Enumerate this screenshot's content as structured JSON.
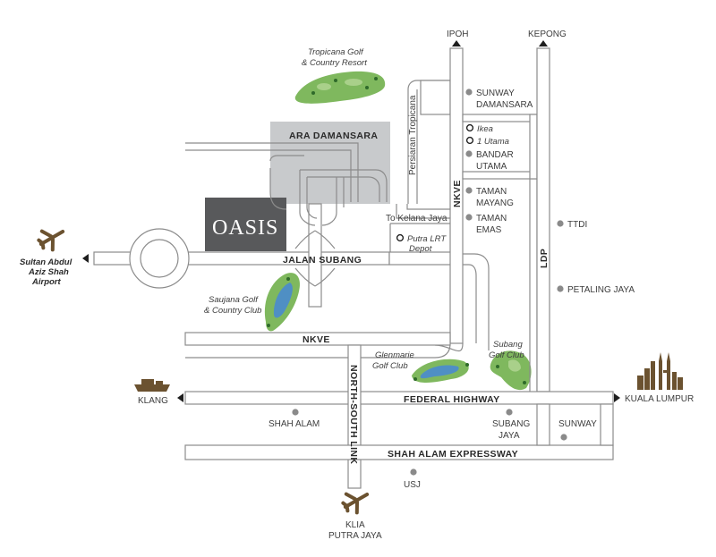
{
  "roads": {
    "jalan_subang": "JALAN SUBANG",
    "nkve_west": "NKVE",
    "nkve_vertical": "NKVE",
    "north_south_link": "NORTH-SOUTH LINK",
    "federal_highway": "FEDERAL HIGHWAY",
    "shah_alam_expressway": "SHAH ALAM EXPRESSWAY",
    "ldp": "LDP",
    "persiaran_tropicana": "Persiaran Tropicana",
    "to_kelana_jaya": "To Kelana Jaya"
  },
  "directions": {
    "ipoh": "IPOH",
    "kepong": "KEPONG",
    "kuala_lumpur": "KUALA LUMPUR",
    "klang": "KLANG",
    "airport_line1": "Sultan Abdul",
    "airport_line2": "Aziz Shah",
    "airport_line3": "Airport",
    "klia_line1": "KLIA",
    "klia_line2": "PUTRA JAYA"
  },
  "areas": {
    "ara_damansara": "ARA DAMANSARA",
    "oasis": "OASIS"
  },
  "places": {
    "sunway_damansara_1": "SUNWAY",
    "sunway_damansara_2": "DAMANSARA",
    "ikea": "Ikea",
    "utama": "1 Utama",
    "bandar_utama_1": "BANDAR",
    "bandar_utama_2": "UTAMA",
    "taman_mayang_1": "TAMAN",
    "taman_mayang_2": "MAYANG",
    "taman_emas_1": "TAMAN",
    "taman_emas_2": "EMAS",
    "putra_lrt_1": "Putra LRT",
    "putra_lrt_2": "Depot",
    "ttdi": "TTDI",
    "petaling_jaya": "PETALING JAYA",
    "shah_alam": "SHAH ALAM",
    "subang_jaya_1": "SUBANG",
    "subang_jaya_2": "JAYA",
    "sunway": "SUNWAY",
    "usj": "USJ"
  },
  "golf": {
    "tropicana_1": "Tropicana Golf",
    "tropicana_2": "& Country Resort",
    "saujana_1": "Saujana Golf",
    "saujana_2": "& Country Club",
    "glenmarie_1": "Glenmarie",
    "glenmarie_2": "Golf Club",
    "subang_1": "Subang",
    "subang_2": "Golf Club"
  },
  "colors": {
    "road_outline": "#8c8c8c",
    "area_grey": "#c8cacc",
    "oasis_box": "#58595b",
    "golf_green": "#7fb85e",
    "golf_water": "#4f8fc4",
    "icon_brown": "#6b5230"
  }
}
